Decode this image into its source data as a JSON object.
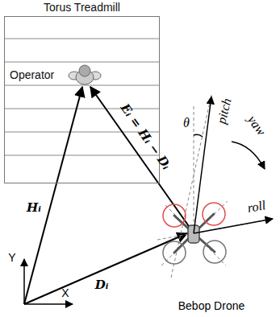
{
  "diagram": {
    "nodes": [
      {
        "text": [
          "Torus Treadmill",
          "Operator"
        ]
      }
    ],
    "labels": [
      "pitch",
      "θ",
      "yaw",
      "roll",
      "Eᵢ = Hᵢ − Dᵢ",
      "Hᵢ",
      "Dᵢ",
      "Y",
      "X",
      "Bebop Drone"
    ]
  }
}
